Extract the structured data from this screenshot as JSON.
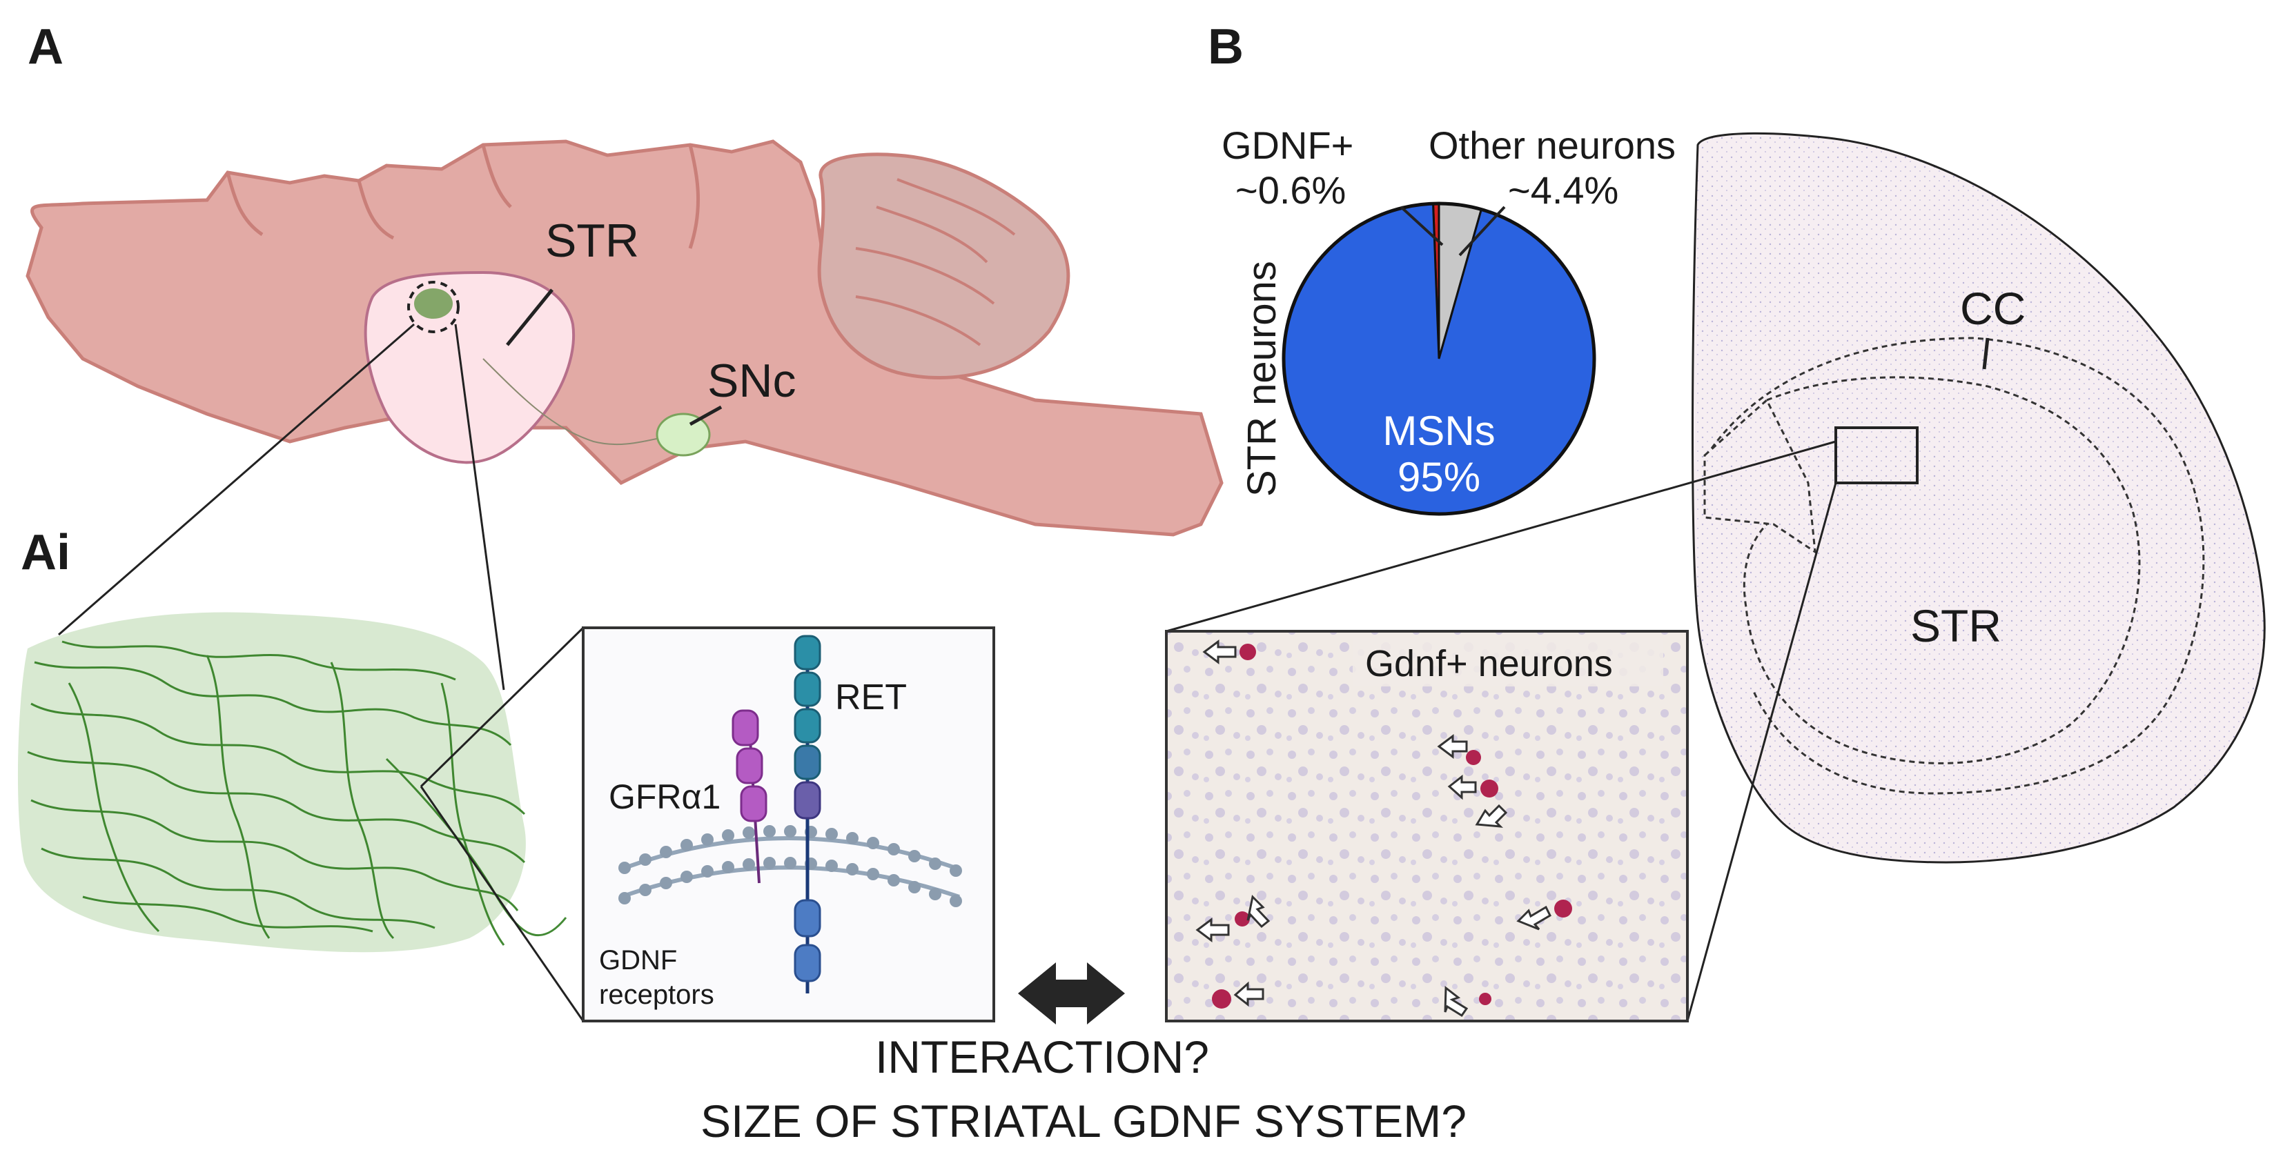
{
  "panel_a": {
    "letter": "A",
    "sub_letter": "Ai",
    "str_label": "STR",
    "snc_label": "SNc"
  },
  "receptor_box": {
    "ret_label": "RET",
    "gfra1_label": "GFRα1",
    "receptors_line1": "GDNF",
    "receptors_line2": "receptors"
  },
  "panel_b": {
    "letter": "B",
    "gdnf_label": "GDNF+",
    "gdnf_pct": "~0.6%",
    "other_label": "Other neurons",
    "other_pct": "~4.4%",
    "msn_label": "MSNs",
    "msn_pct": "95%",
    "axis_label": "STR neurons",
    "cc_label": "CC",
    "str_label": "STR",
    "micrograph_title": "Gdnf+ neurons"
  },
  "bottom": {
    "line1": "INTERACTION?",
    "line2": "SIZE OF STRIATAL GDNF SYSTEM?"
  },
  "chart_data": {
    "type": "pie",
    "title": "",
    "ylabel": "STR neurons",
    "categories": [
      "MSNs",
      "Other neurons",
      "GDNF+"
    ],
    "values": [
      95,
      4.4,
      0.6
    ],
    "colors": [
      "#2a62e0",
      "#c8c8c8",
      "#d42020"
    ]
  }
}
